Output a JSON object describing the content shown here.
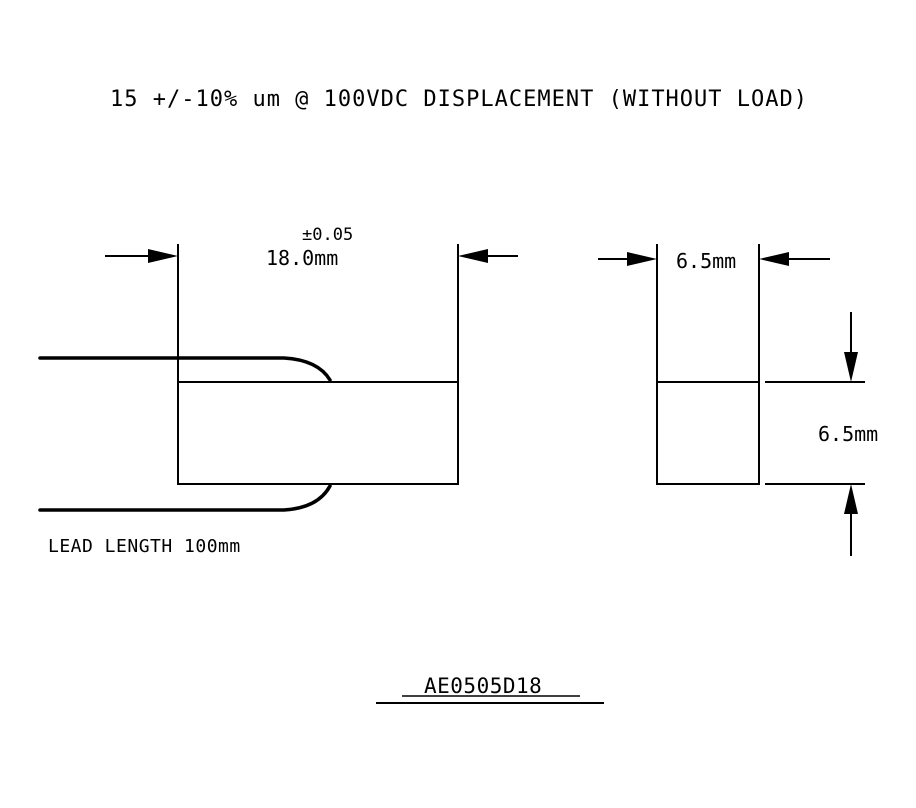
{
  "header": {
    "spec_note": "15 +/-10% um @ 100VDC DISPLACEMENT (WITHOUT LOAD)"
  },
  "front_view": {
    "length_tolerance": "±0.05",
    "length_dimension": "18.0mm",
    "lead_note": "LEAD LENGTH 100mm"
  },
  "side_view": {
    "width_dimension": "6.5mm",
    "height_dimension": "6.5mm"
  },
  "footer": {
    "part_number": "AE0505D18"
  }
}
